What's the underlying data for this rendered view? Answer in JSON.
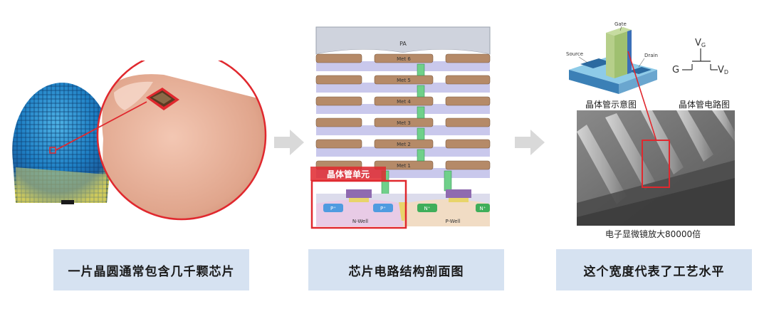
{
  "panels": [
    {
      "caption": "一片晶圆通常包含几千颗芯片"
    },
    {
      "caption": "芯片电路结构剖面图"
    },
    {
      "caption": "这个宽度代表了工艺水平"
    }
  ],
  "cross_section": {
    "top_layer": "PA",
    "metal_layers": [
      "Met 6",
      "Met 5",
      "Met 4",
      "Met 3",
      "Met 2",
      "Met 1"
    ],
    "highlight_label": "晶体管单元",
    "doping": [
      "P⁺",
      "P⁺",
      "N⁺",
      "N⁺"
    ],
    "wells": [
      "N-Well",
      "P-Well"
    ]
  },
  "transistor": {
    "schematic_caption": "晶体管示意图",
    "circuit_caption": "晶体管电路图",
    "labels": {
      "gate": "Gate",
      "source": "Source",
      "drain": "Drain"
    },
    "circuit": {
      "vg": "V",
      "vg_sub": "G",
      "g": "G",
      "vd": "V",
      "vd_sub": "D"
    },
    "sem_caption": "电子显微镜放大80000倍"
  },
  "colors": {
    "caption_bg": "#d6e2f1",
    "highlight_red": "#e0282e",
    "arrow_gray": "#d9d9d9"
  }
}
